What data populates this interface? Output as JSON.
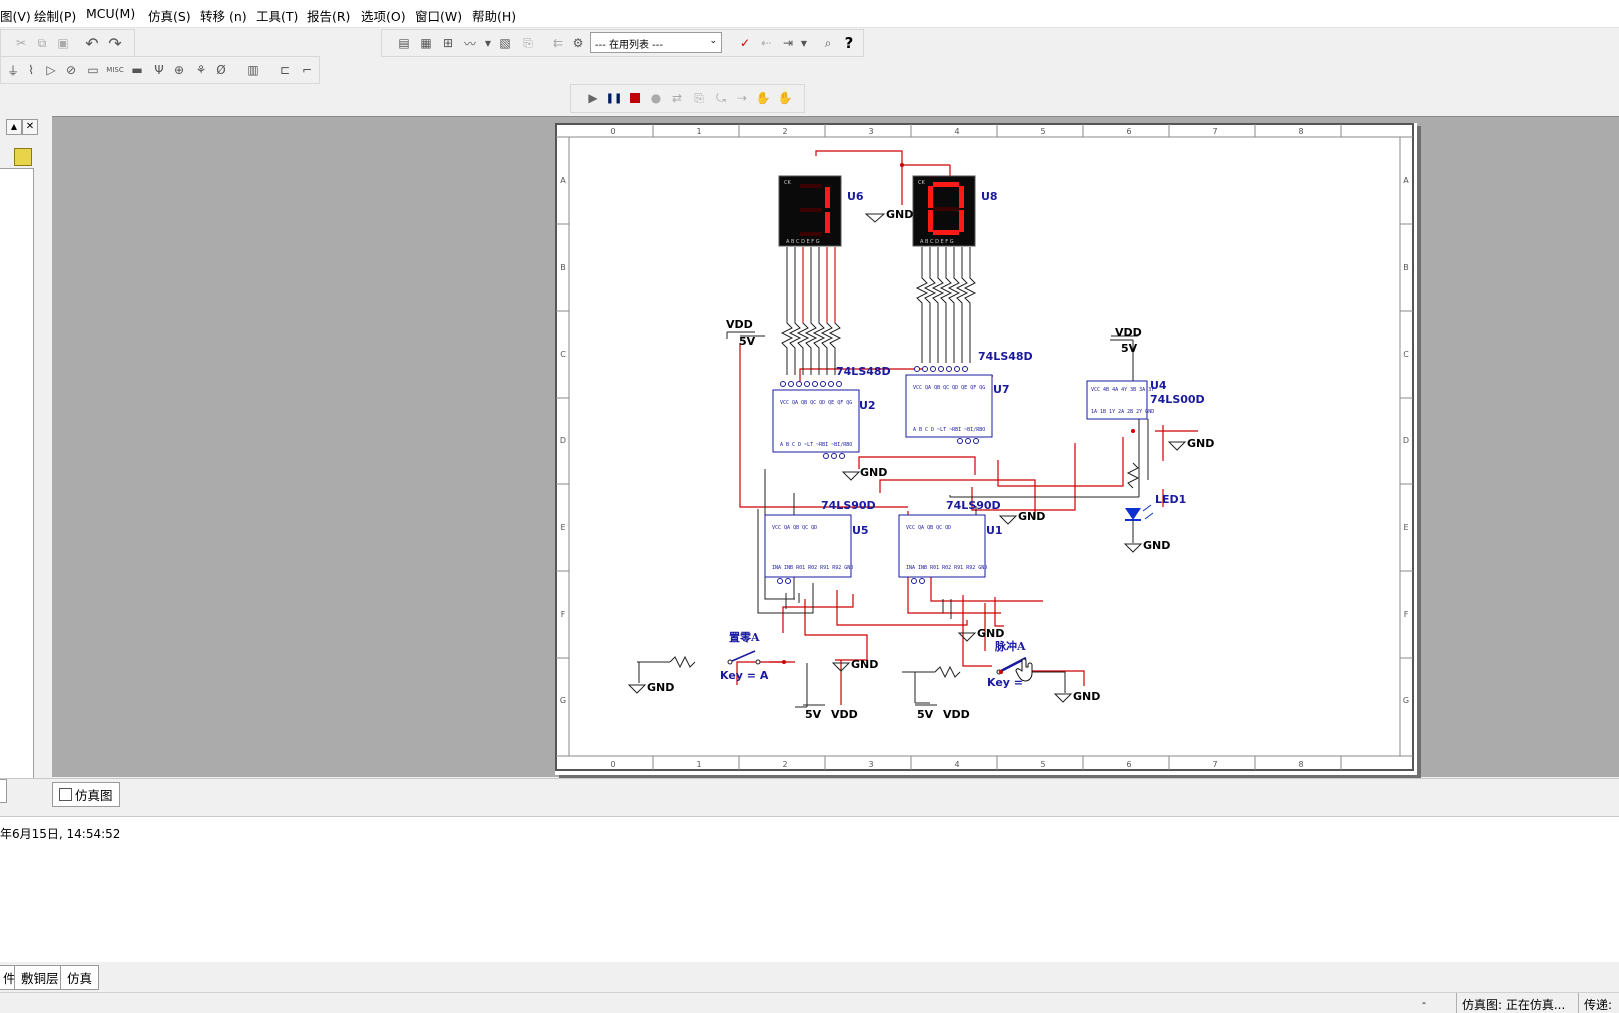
{
  "menu": [
    "图(V)",
    "绘制(P)",
    "MCU(M)",
    "仿真(S)",
    "转移 (n)",
    "工具(T)",
    "报告(R)",
    "选项(O)",
    "窗口(W)",
    "帮助(H)"
  ],
  "toolbar": {
    "in_use_list": "--- 在用列表 ---"
  },
  "left_panel": {
    "controls": [
      "▲",
      "✕"
    ]
  },
  "schematic": {
    "ruler_columns": [
      "0",
      "1",
      "2",
      "3",
      "4",
      "5",
      "6",
      "7",
      "8"
    ],
    "ruler_rows": [
      "A",
      "B",
      "C",
      "D",
      "E",
      "F",
      "G"
    ],
    "parts": {
      "u6": {
        "ref": "U6",
        "digit": "1"
      },
      "u8": {
        "ref": "U8",
        "digit": "0"
      },
      "u2": {
        "ref": "U2",
        "type": "74LS48D"
      },
      "u7": {
        "ref": "U7",
        "type": "74LS48D"
      },
      "u5": {
        "ref": "U5",
        "type": "74LS90D"
      },
      "u1": {
        "ref": "U1",
        "type": "74LS90D"
      },
      "u4": {
        "ref": "U4",
        "type": "74LS00D"
      },
      "led1": {
        "ref": "LED1"
      },
      "switch_reset": {
        "name": "置零A",
        "key": "Key = A"
      },
      "switch_pulse": {
        "name": "脉冲A",
        "key": "Key ="
      }
    },
    "net_labels": {
      "vdd": "VDD",
      "five_v": "5V",
      "gnd": "GND"
    }
  },
  "sheet_tab": "仿真图",
  "output": {
    "log_line": "年6月15日, 14:54:52"
  },
  "bottom_tabs": [
    "件",
    "敷铜层",
    "仿真"
  ],
  "status": {
    "dash": "-",
    "sim_status": "仿真图: 正在仿真...",
    "transfer": "传递:"
  },
  "colors": {
    "wire": "#cc0000",
    "part_text": "#1a1aa0",
    "seg_on": "#ff1a1a",
    "seg_off": "#3a0000",
    "led": "#1030d0"
  }
}
